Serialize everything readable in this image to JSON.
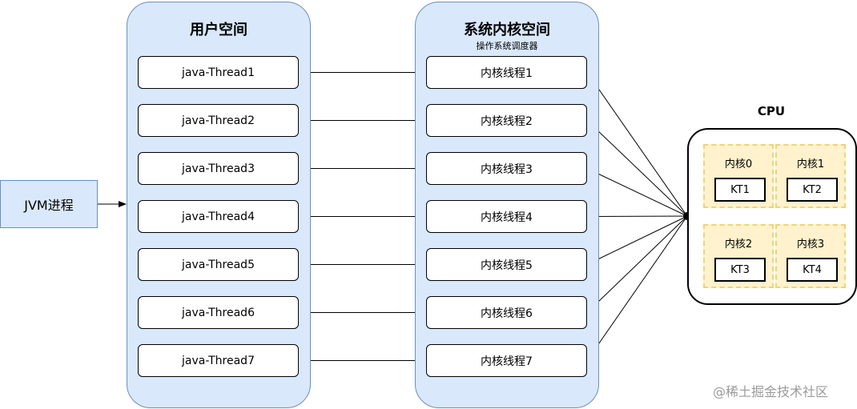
{
  "user_space": {
    "title": "用户空间"
  },
  "kernel_space": {
    "title": "系统内核空间",
    "subtitle": "操作系统调度器"
  },
  "jvm_process": {
    "label": "JVM进程"
  },
  "java_threads": [
    "java-Thread1",
    "java-Thread2",
    "java-Thread3",
    "java-Thread4",
    "java-Thread5",
    "java-Thread6",
    "java-Thread7"
  ],
  "kernel_threads": [
    "内核线程1",
    "内核线程2",
    "内核线程3",
    "内核线程4",
    "内核线程5",
    "内核线程6",
    "内核线程7"
  ],
  "cpu": {
    "title": "CPU",
    "cores": [
      {
        "label": "内核0",
        "kt": "KT1"
      },
      {
        "label": "内核1",
        "kt": "KT2"
      },
      {
        "label": "内核2",
        "kt": "KT3"
      },
      {
        "label": "内核3",
        "kt": "KT4"
      }
    ]
  },
  "watermark": "@稀土掘金技术社区"
}
